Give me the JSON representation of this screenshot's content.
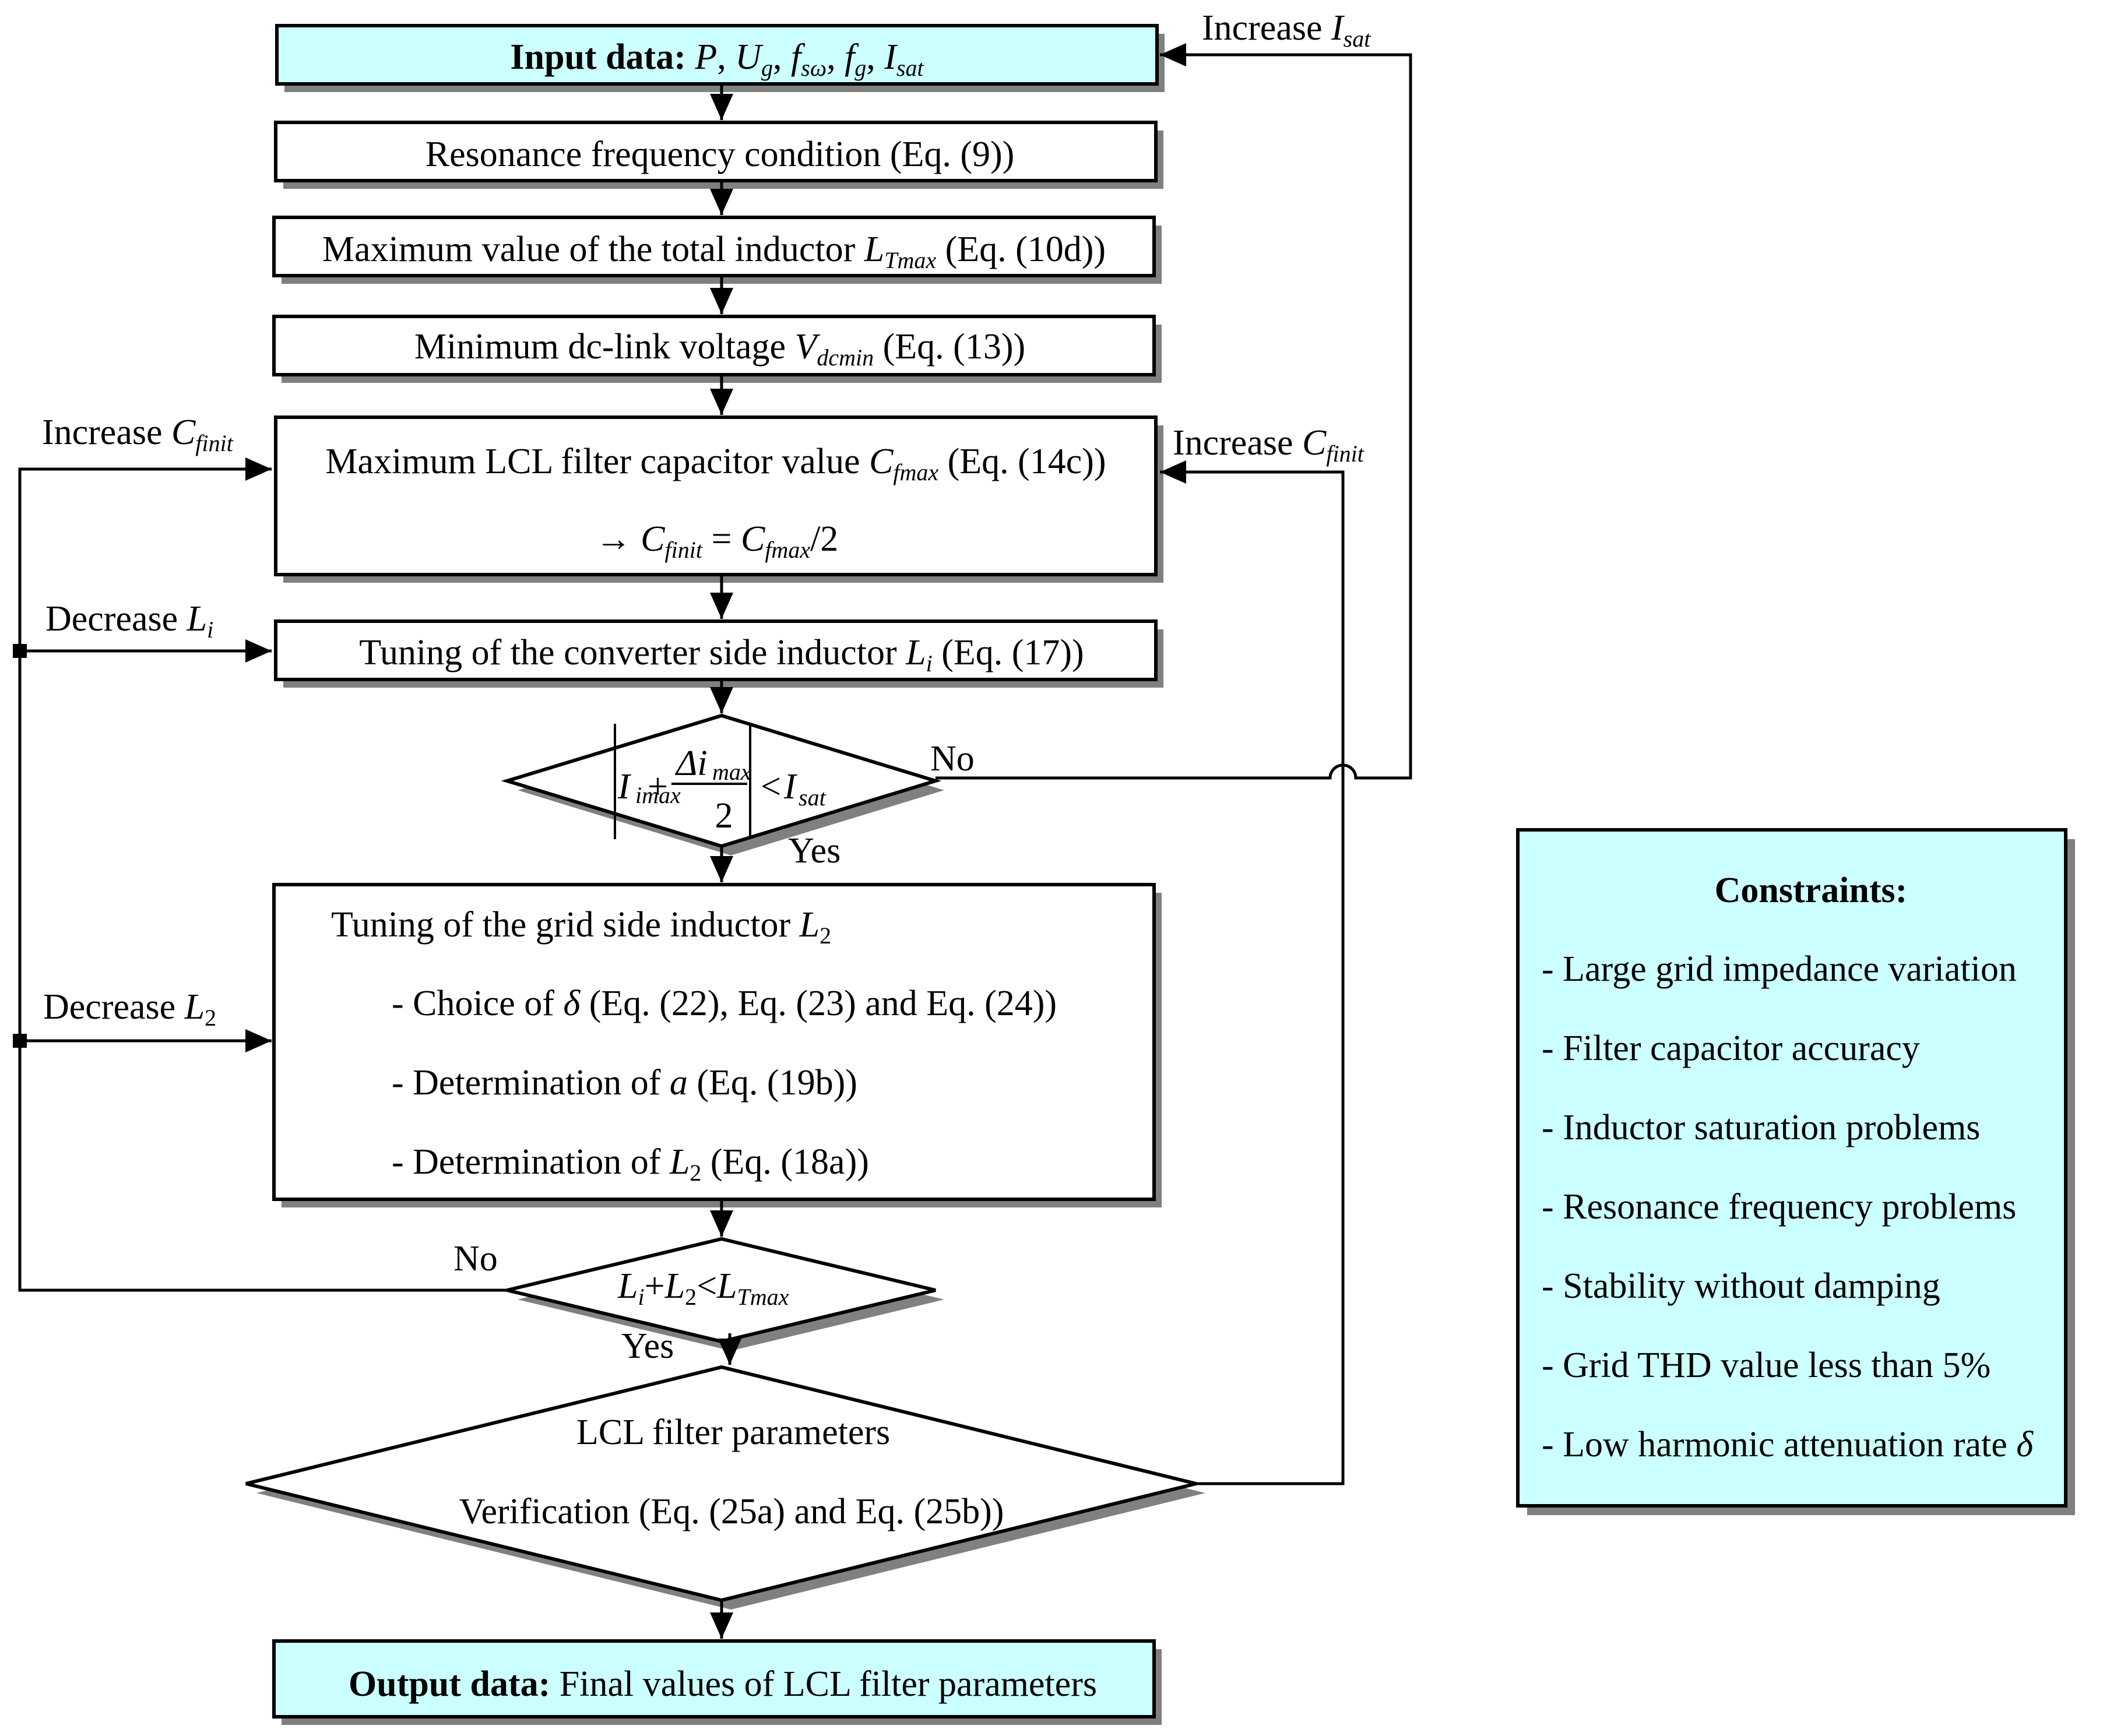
{
  "input": {
    "label": "Input data:",
    "vars": [
      "P",
      "U",
      "f",
      "f",
      "I"
    ],
    "subs": [
      "",
      "g",
      "sω",
      "g",
      "sat"
    ]
  },
  "steps": {
    "resonance": "Resonance frequency condition (Eq. (9))",
    "max_inductor": {
      "pre": "Maximum value of the total inductor ",
      "var": "L",
      "sub": "Tmax",
      "post": " (Eq. (10d))"
    },
    "min_vdc": {
      "pre": "Minimum dc-link voltage ",
      "var": "V",
      "sub": "dcmin",
      "post": " (Eq. (13))"
    },
    "max_cap": {
      "pre": "Maximum LCL filter capacitor value ",
      "var": "C",
      "sub": "fmax",
      "post": " (Eq. (14c))"
    },
    "cfinit": {
      "arrow": "→",
      "lhs": "C",
      "lhs_sub": "finit",
      "eq": " = ",
      "rhs": "C",
      "rhs_sub": "fmax",
      "tail": "/2"
    },
    "tune_li": {
      "pre": "Tuning of the converter side inductor ",
      "var": "L",
      "sub": "i",
      "post": " (Eq. (17))"
    },
    "tune_l2": {
      "title": "Tuning of the grid side inductor ",
      "title_var": "L",
      "title_sub": "2",
      "choice_pre": "- Choice of ",
      "choice_var": "δ",
      "choice_post": " (Eq. (22), Eq. (23) and Eq. (24))",
      "det_a_pre": "- Determination of ",
      "det_a_var": "a",
      "det_a_post": " (Eq. (19b))",
      "det_l2_pre": "- Determination of ",
      "det_l2_var": "L",
      "det_l2_sub": "2",
      "det_l2_post": " (Eq. (18a))"
    }
  },
  "decisions": {
    "isat": {
      "i": "I",
      "i_sub": "imax",
      "plus": "+",
      "num": "Δi",
      "num_sub": "max",
      "den": "2",
      "lt": "<",
      "isat": "I",
      "isat_sub": "sat"
    },
    "ltotal": {
      "a": "L",
      "a_sub": "i",
      "plus": "+",
      "b": "L",
      "b_sub": "2",
      "lt": "<",
      "c": "L",
      "c_sub": "Tmax"
    },
    "verify": {
      "line1": "LCL filter parameters",
      "line2": "Verification (Eq. (25a) and Eq. (25b))"
    }
  },
  "output": {
    "label": "Output data:",
    "text": " Final values of LCL filter parameters"
  },
  "edges": {
    "yes": "Yes",
    "no": "No",
    "increase_isat": {
      "pre": "Increase ",
      "var": "I",
      "sub": "sat"
    },
    "increase_cfinit": {
      "pre": "Increase ",
      "var": "C",
      "sub": "finit"
    },
    "decrease_li": {
      "pre": "Decrease ",
      "var": "L",
      "sub": "i"
    },
    "decrease_l2": {
      "pre": "Decrease ",
      "var": "L",
      "sub": "2"
    }
  },
  "constraints": {
    "title": "Constraints:",
    "items": [
      "- Large grid impedance variation",
      "- Filter capacitor accuracy",
      "- Inductor saturation problems",
      "- Resonance frequency problems",
      "- Stability without damping",
      "- Grid THD value less than 5%",
      "- Low harmonic attenuation rate "
    ],
    "last_var": "δ"
  }
}
